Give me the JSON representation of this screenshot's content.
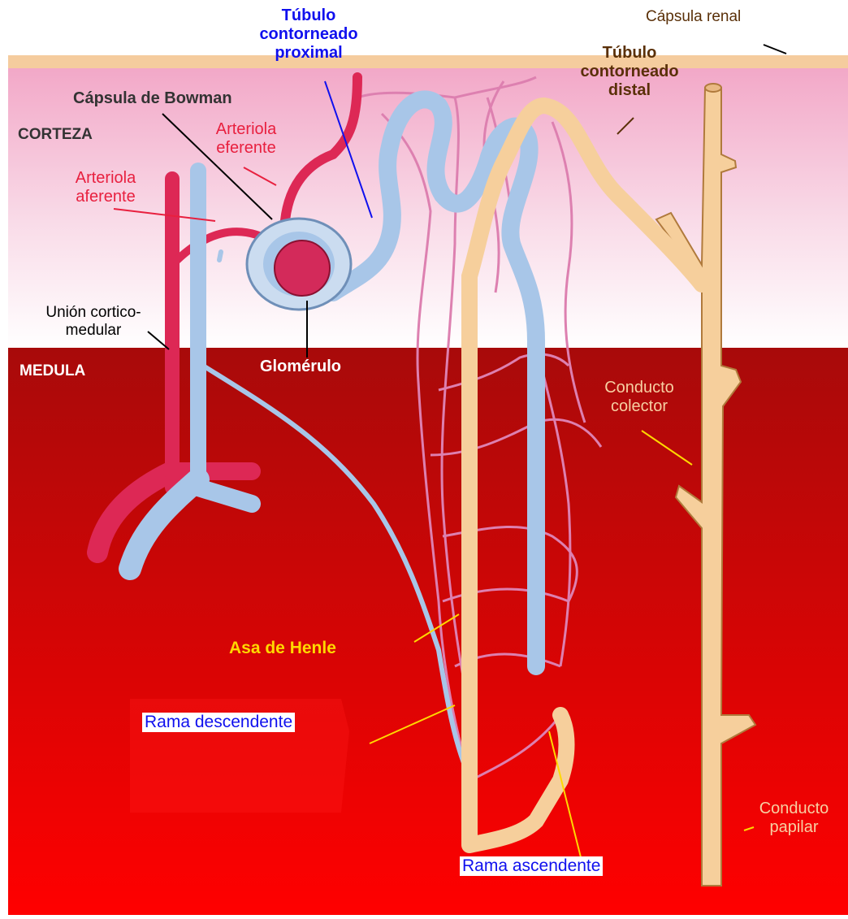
{
  "labels": {
    "capsula_renal": "Cápsula renal",
    "tubulo_proximal": [
      "Túbulo",
      "contorneado",
      "proximal"
    ],
    "tubulo_distal": [
      "Túbulo",
      "contorneado",
      "distal"
    ],
    "capsula_bowman": "Cápsula de Bowman",
    "corteza": "CORTEZA",
    "arteriola_eferente": [
      "Arteriola",
      "eferente"
    ],
    "arteriola_aferente": [
      "Arteriola",
      "aferente"
    ],
    "union": [
      "Unión cortico-",
      "medular"
    ],
    "medula": "MEDULA",
    "glomerulo": "Glomérulo",
    "conducto_colector": [
      "Conducto",
      "colector"
    ],
    "asa_henle": "Asa de Henle",
    "rama_descendente": "Rama descendente",
    "conducto_papilar": [
      "Conducto",
      "papilar"
    ],
    "rama_ascendente": "Rama ascendente"
  },
  "colors": {
    "cortex": "#f7c7dc",
    "medulla": "#b30000",
    "renal_capsule": "#f5cc9e",
    "artery": "#dd2855",
    "vein": "#a8c6e8",
    "tubule": "#f6cf9c",
    "capillary": "#e39ac4",
    "label_red": "#e8203f",
    "label_blue": "#1010ee",
    "label_yellow": "#ffd800",
    "label_peach": "#f7cfa2",
    "label_brown": "#5a3008"
  }
}
